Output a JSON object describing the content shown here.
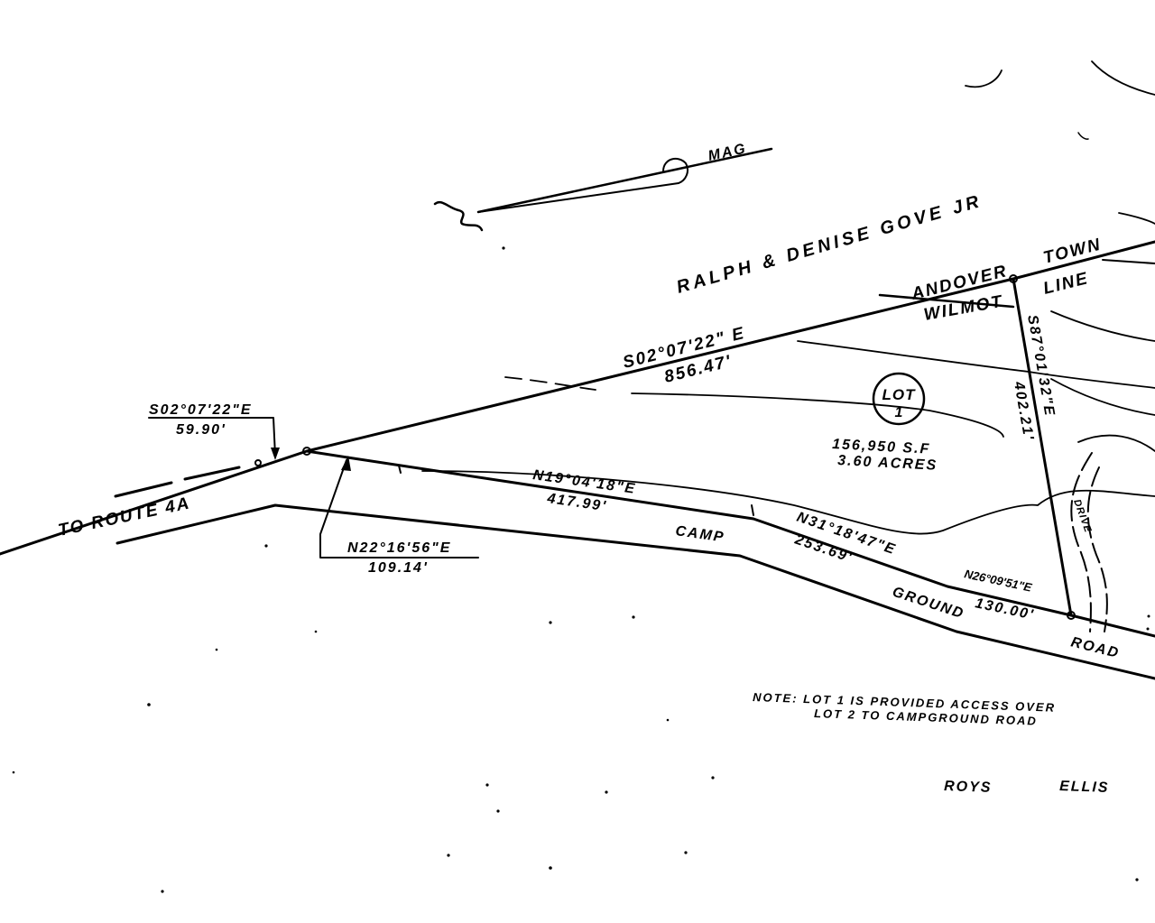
{
  "owner_label": "RALPH & DENISE GOVE JR",
  "north_arrow": {
    "label": "MAG"
  },
  "town_line": {
    "town_a": "ANDOVER",
    "town_b": "WILMOT",
    "word_town": "TOWN",
    "word_line": "LINE"
  },
  "route_label": "TO ROUTE 4A",
  "road_label": {
    "camp": "CAMP",
    "ground": "GROUND",
    "road": "ROAD"
  },
  "lot": {
    "number_label": "LOT",
    "number": "1",
    "area_sf": "156,950 S.F",
    "area_acres": "3.60 ACRES"
  },
  "drive_label": "DRIVE",
  "boundary_calls": [
    {
      "bearing": "S02°07'22\" E",
      "distance": "856.47'"
    },
    {
      "bearing": "S02°07'22\"E",
      "distance": "59.90'"
    },
    {
      "bearing": "N22°16'56\"E",
      "distance": "109.14'"
    },
    {
      "bearing": "N19°04'18\"E",
      "distance": "417.99'"
    },
    {
      "bearing": "N31°18'47\"E",
      "distance": "253.69'"
    },
    {
      "bearing": "N26°09'51\"E",
      "distance": "130.00'"
    },
    {
      "bearing": "S87°01'32\"E",
      "distance": "402.21'"
    }
  ],
  "note": {
    "line1": "NOTE:  LOT 1  IS  PROVIDED  ACCESS  OVER",
    "line2": "LOT  2  TO  CAMPGROUND  ROAD"
  },
  "abutter_bottom": {
    "name1": "ROYS",
    "name2": "ELLIS"
  }
}
